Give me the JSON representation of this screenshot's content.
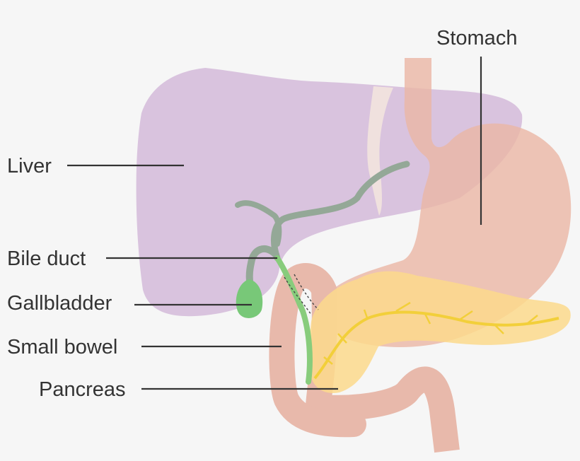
{
  "labels": {
    "stomach": "Stomach",
    "liver": "Liver",
    "bile_duct": "Bile duct",
    "gallbladder": "Gallbladder",
    "small_bowel": "Small bowel",
    "pancreas": "Pancreas"
  },
  "colors": {
    "background": "#f6f6f6",
    "liver": "#d9c3de",
    "stomach": "#eab7a6",
    "bowel": "#e8b9ab",
    "pancreas": "#fbd98c",
    "pancreatic_duct": "#f2cf3a",
    "bile_duct": "#94a897",
    "gallbladder": "#78c878",
    "text": "#333333"
  }
}
